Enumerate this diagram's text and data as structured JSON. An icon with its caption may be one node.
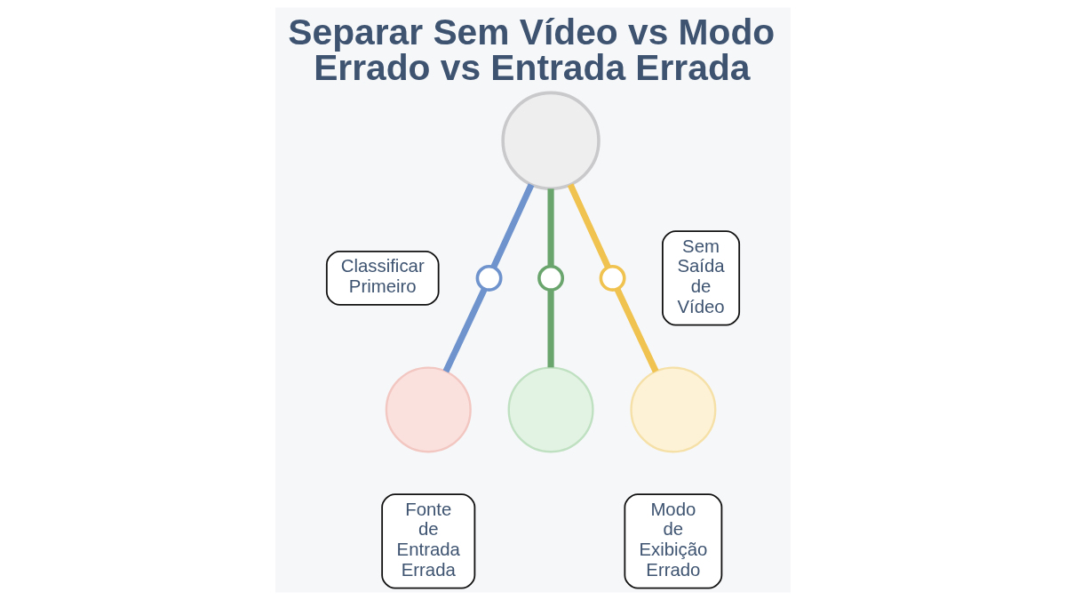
{
  "diagram": {
    "title": "Separar Sem Vídeo vs Modo Errado vs Entrada Errada",
    "nodes": [
      {
        "text": [],
        "shape": "circle"
      },
      {
        "text": [],
        "shape": "circle"
      },
      {
        "text": [],
        "shape": "circle"
      },
      {
        "text": [],
        "shape": "circle"
      },
      {
        "text": [],
        "shape": "circle"
      },
      {
        "text": [],
        "shape": "circle"
      },
      {
        "text": [],
        "shape": "circle"
      },
      {
        "text": [
          "Classificar Primeiro"
        ]
      },
      {
        "text": [
          "Sem Saída de Vídeo"
        ]
      },
      {
        "text": [
          "Fonte de Entrada Errada"
        ]
      },
      {
        "text": [
          "Modo de Exibição Errado"
        ]
      }
    ],
    "edges": [
      {
        "from": 0,
        "to": 1,
        "arrow": "none",
        "color": "#6f93cc"
      },
      {
        "from": 1,
        "to": 4,
        "arrow": "none",
        "color": "#6f93cc"
      },
      {
        "from": 0,
        "to": 2,
        "arrow": "none",
        "color": "#6aa56e"
      },
      {
        "from": 2,
        "to": 5,
        "arrow": "none",
        "color": "#6aa56e"
      },
      {
        "from": 0,
        "to": 3,
        "arrow": "none",
        "color": "#f0c24f"
      },
      {
        "from": 3,
        "to": 6,
        "arrow": "none",
        "color": "#f0c24f"
      }
    ]
  }
}
